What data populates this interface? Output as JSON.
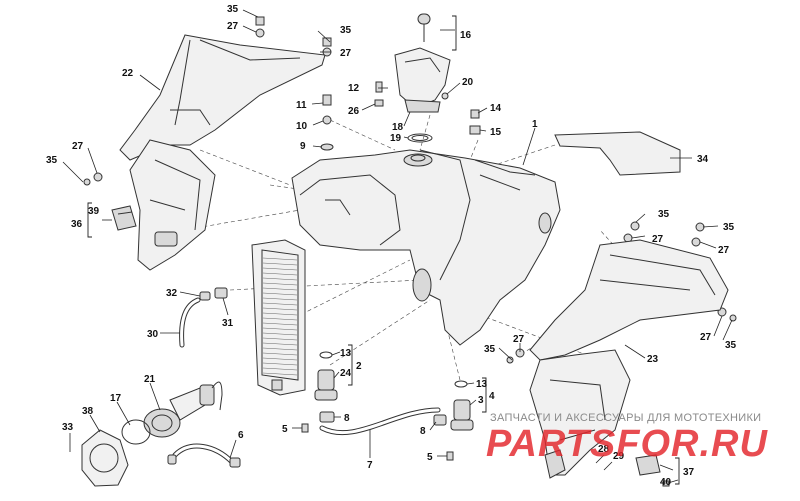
{
  "callouts": {
    "c1": "1",
    "c2": "2",
    "c3": "3",
    "c4": "4",
    "c5a": "5",
    "c5b": "5",
    "c6": "6",
    "c7": "7",
    "c8a": "8",
    "c8b": "8",
    "c9": "9",
    "c10": "10",
    "c11": "11",
    "c12": "12",
    "c13a": "13",
    "c13b": "13",
    "c14": "14",
    "c15": "15",
    "c16": "16",
    "c17": "17",
    "c18": "18",
    "c19": "19",
    "c20": "20",
    "c21": "21",
    "c22": "22",
    "c23": "23",
    "c24": "24",
    "c26": "26",
    "c27a": "27",
    "c27b": "27",
    "c27c": "27",
    "c27d": "27",
    "c27e": "27",
    "c27f": "27",
    "c27g": "27",
    "c28": "28",
    "c29": "29",
    "c30": "30",
    "c31": "31",
    "c32": "32",
    "c33": "33",
    "c34": "34",
    "c35a": "35",
    "c35b": "35",
    "c35c": "35",
    "c35d": "35",
    "c35e": "35",
    "c35f": "35",
    "c35g": "35",
    "c36": "36",
    "c37": "37",
    "c38": "38",
    "c39": "39",
    "c40": "40"
  },
  "watermark": {
    "tagline": "ЗАПЧАСТИ И АКСЕССУАРЫ ДЛЯ МОТОТЕХНИКИ",
    "logo": "PARTSFOR.RU"
  },
  "colors": {
    "line": "#333333",
    "fill": "#f1f1f1",
    "logo": "#e3262b",
    "tagline": "#8a8a8a"
  }
}
